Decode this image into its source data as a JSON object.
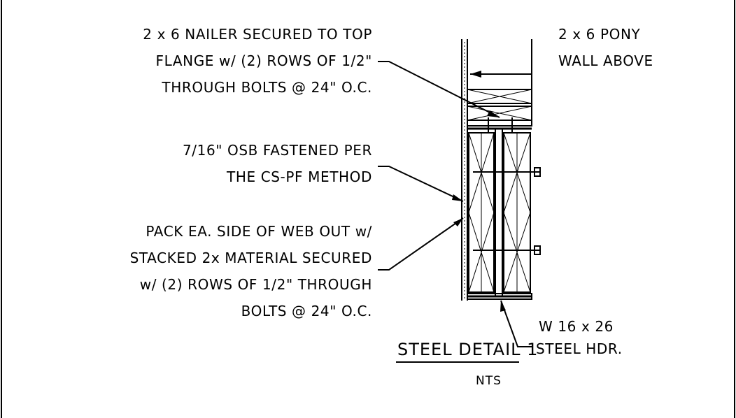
{
  "notes": {
    "nailer": [
      "2 x 6 NAILER SECURED TO TOP",
      "FLANGE w/ (2) ROWS OF 1/2\"",
      "THROUGH BOLTS @ 24\" O.C."
    ],
    "pony_wall": [
      "2 x 6 PONY",
      "WALL ABOVE"
    ],
    "osb": [
      "7/16\" OSB FASTENED PER",
      "THE CS-PF METHOD"
    ],
    "pack": [
      "PACK EA. SIDE OF WEB OUT w/",
      "STACKED 2x MATERIAL SECURED",
      "w/ (2) ROWS OF 1/2\" THROUGH",
      "BOLTS @ 24\" O.C."
    ],
    "beam": [
      "W 16 x 26",
      "STEEL HDR."
    ]
  },
  "title": "STEEL DETAIL 1",
  "scale": "NTS"
}
